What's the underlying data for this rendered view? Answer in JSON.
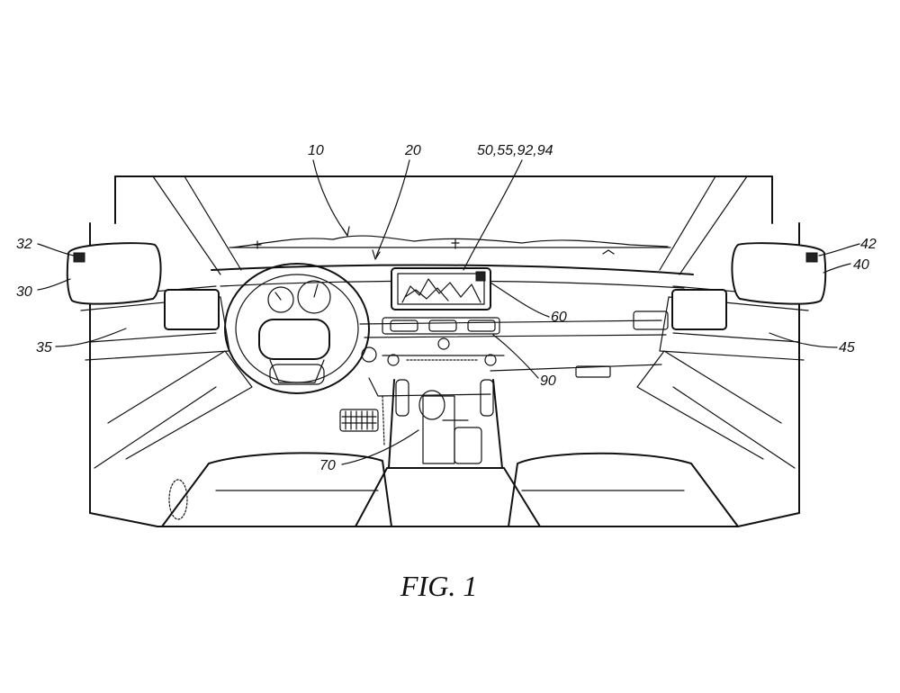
{
  "figure": {
    "caption": "FIG. 1",
    "refs": {
      "r10": "10",
      "r20": "20",
      "r50": "50,55,92,94",
      "r32": "32",
      "r30": "30",
      "r35": "35",
      "r60": "60",
      "r42": "42",
      "r40": "40",
      "r45": "45",
      "r90": "90",
      "r70": "70"
    }
  },
  "colors": {
    "line": "#111111",
    "background": "#ffffff"
  }
}
